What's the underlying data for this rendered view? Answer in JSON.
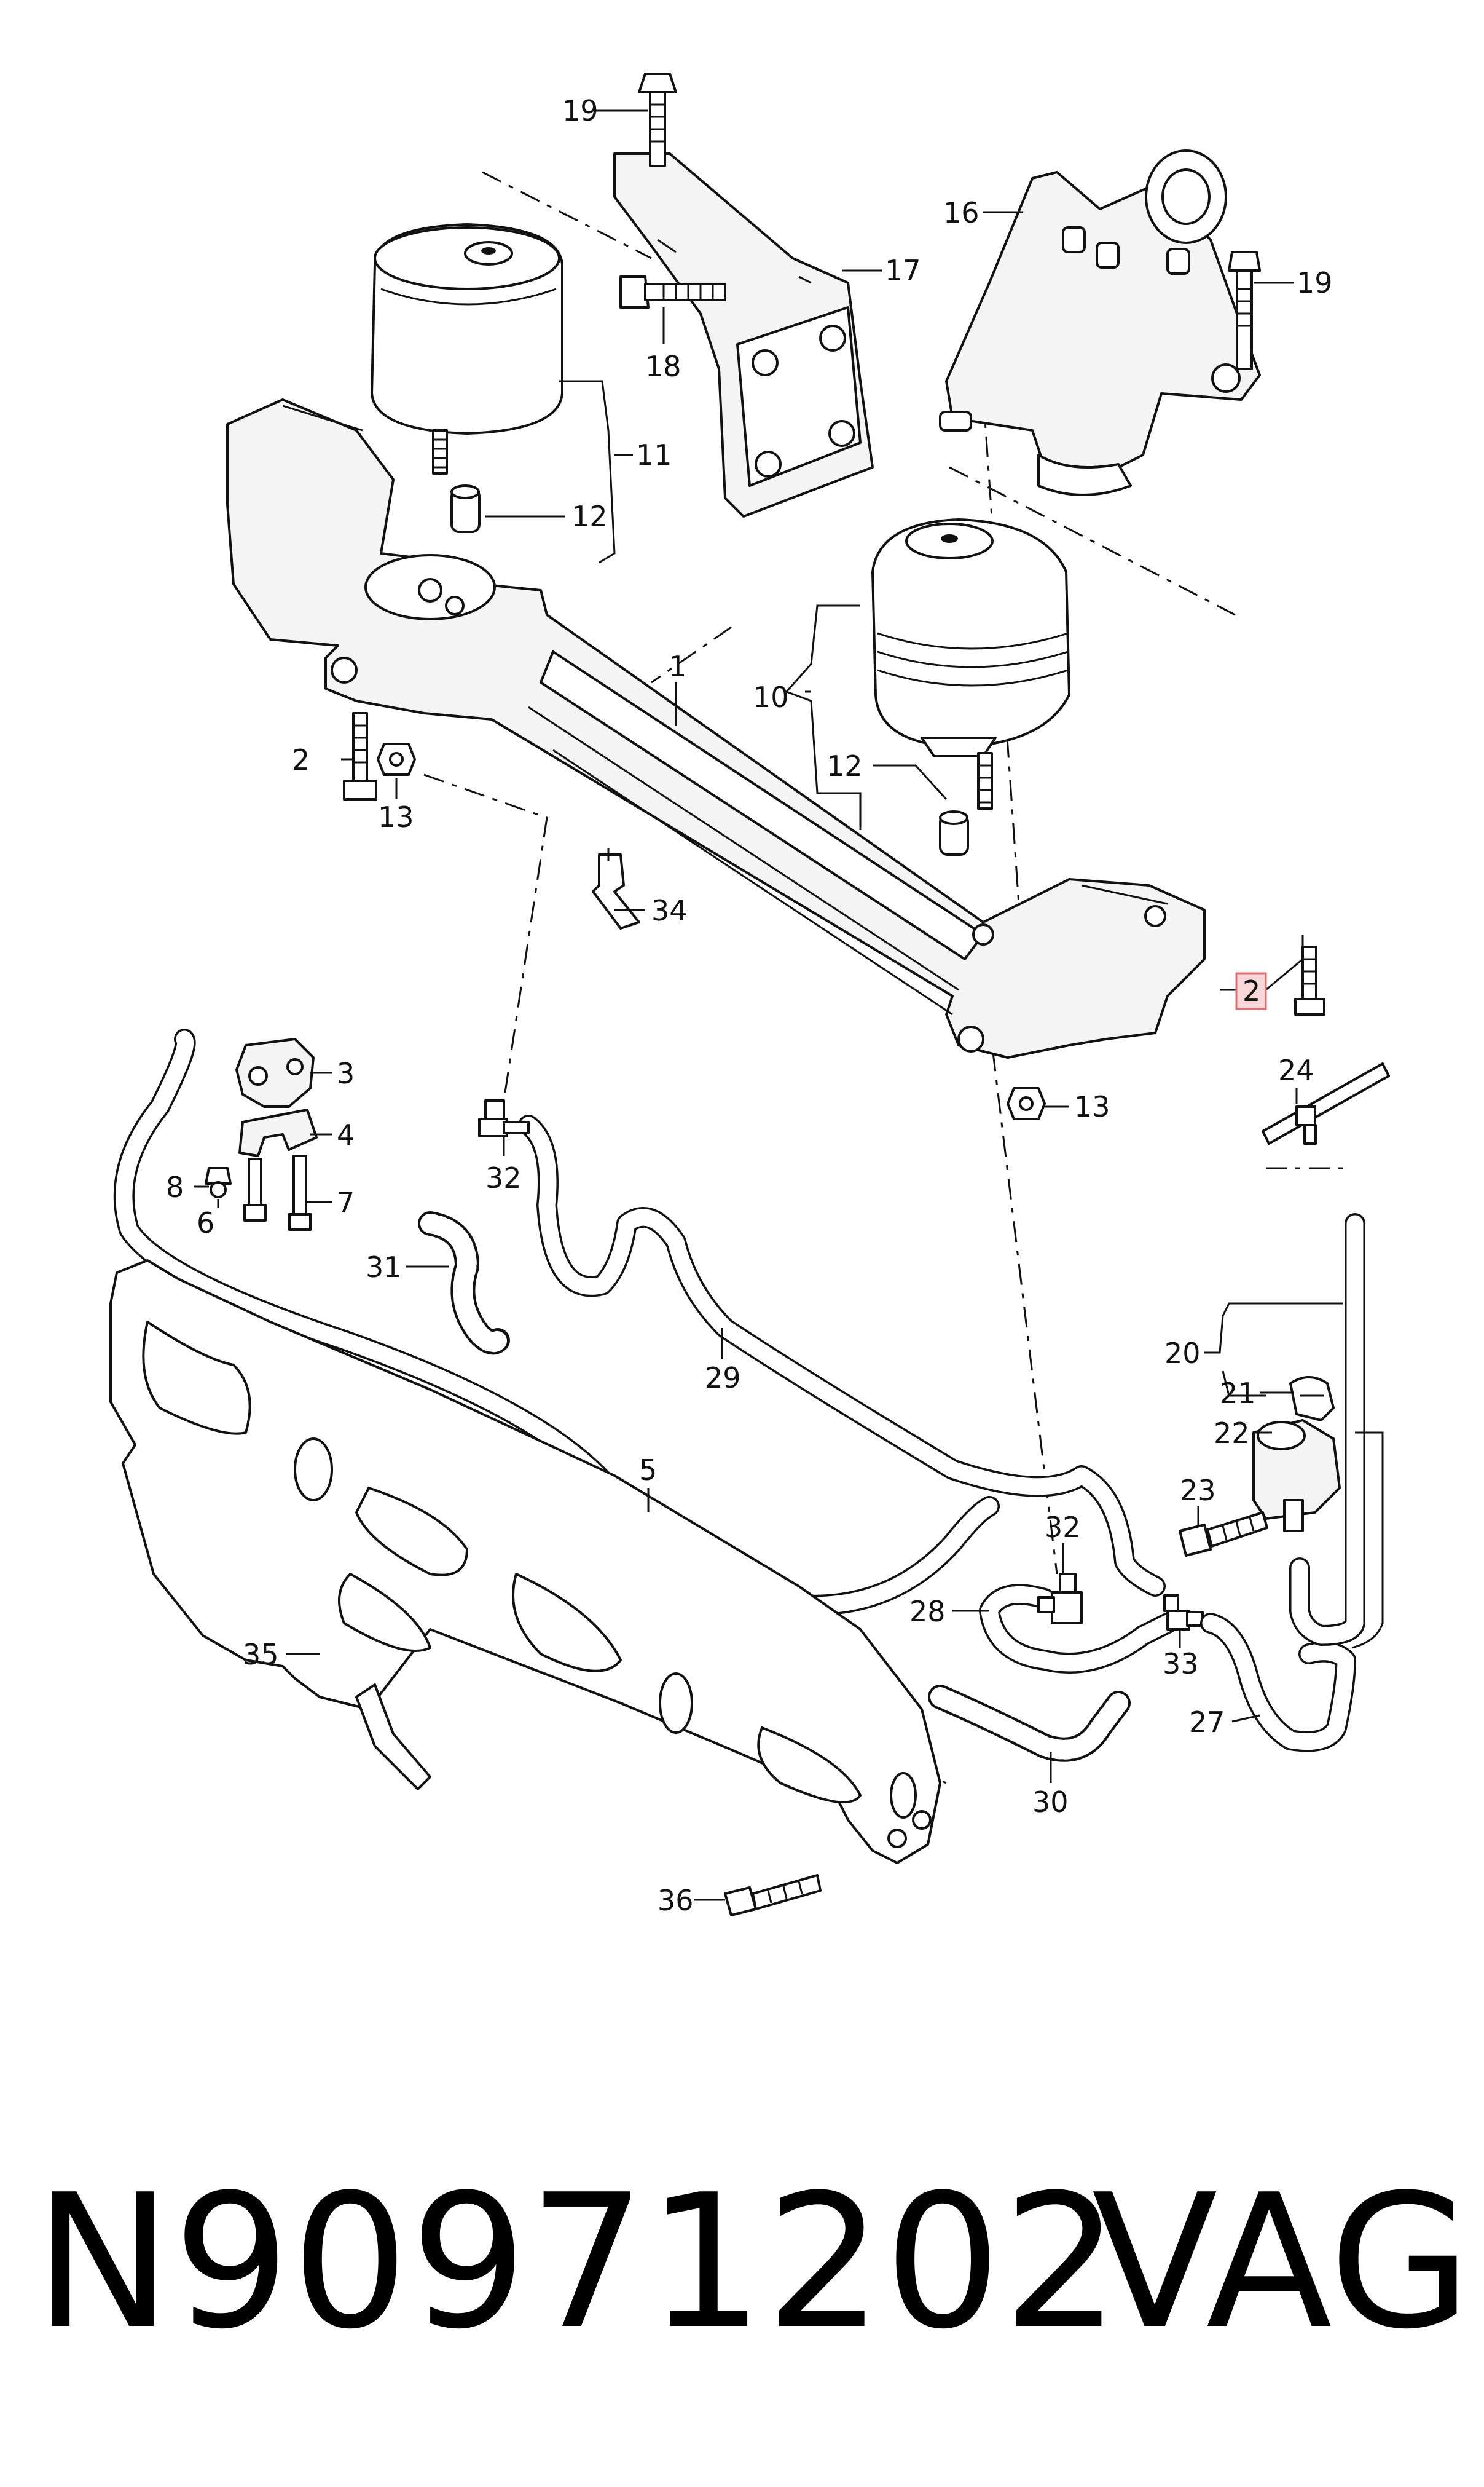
{
  "diagram": {
    "highlighted_callout": "2",
    "callouts": {
      "c1": "1",
      "c2": "2",
      "c2h": "2",
      "c3": "3",
      "c4": "4",
      "c5": "5",
      "c6": "6",
      "c7": "7",
      "c8": "8",
      "c10": "10",
      "c11": "11",
      "c12a": "12",
      "c12b": "12",
      "c13a": "13",
      "c13b": "13",
      "c16": "16",
      "c17": "17",
      "c18": "18",
      "c19a": "19",
      "c19b": "19",
      "c20": "20",
      "c21": "21",
      "c22": "22",
      "c23": "23",
      "c24": "24",
      "c27": "27",
      "c28": "28",
      "c29": "29",
      "c30": "30",
      "c31": "31",
      "c32a": "32",
      "c32b": "32",
      "c33": "33",
      "c34": "34",
      "c35": "35",
      "c36": "36"
    },
    "highlight_color": "#f7d7d7",
    "highlight_border": "#e07070"
  },
  "footer": {
    "part_number": "N90971202",
    "manufacturer": "VAG"
  }
}
